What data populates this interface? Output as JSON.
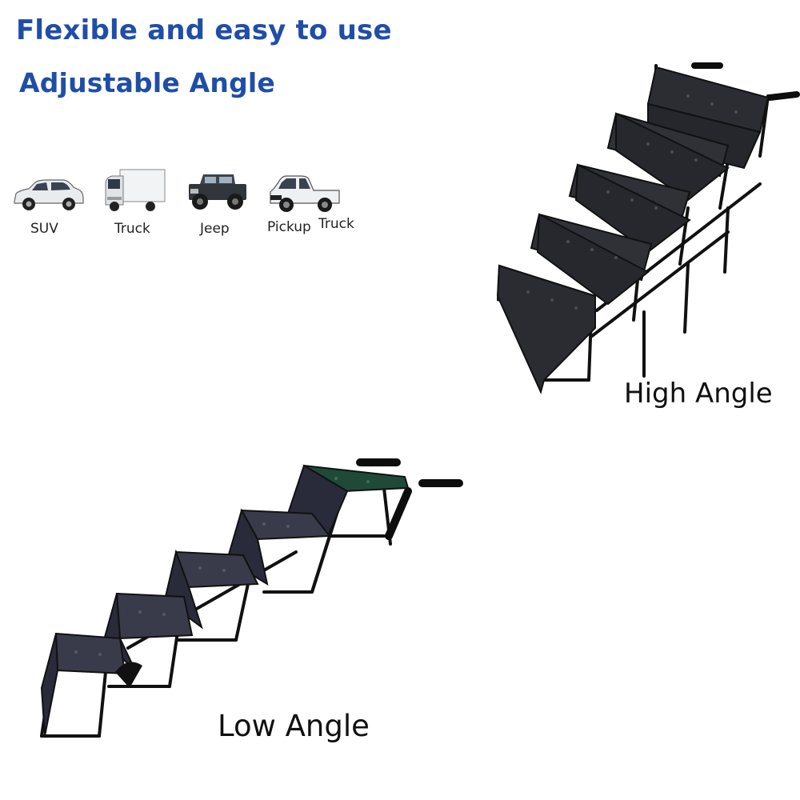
{
  "headline": {
    "line1": "Flexible and easy to use",
    "line2": "Adjustable Angle"
  },
  "vehicles": [
    {
      "label": "SUV",
      "icon": "suv-icon"
    },
    {
      "label": "Truck",
      "icon": "truck-icon"
    },
    {
      "label": "Jeep",
      "icon": "jeep-icon"
    },
    {
      "label": "Pickup",
      "icon": "pickup-truck-icon"
    },
    {
      "label": "Truck",
      "icon": "pickup-truck-icon"
    }
  ],
  "angles": {
    "high": "High Angle",
    "low": "Low Angle"
  },
  "colors": {
    "headline": "#1f4ea8",
    "step_fabric": "#2b2d33",
    "top_step_low": "#1f4a3a",
    "frame": "#111111"
  }
}
